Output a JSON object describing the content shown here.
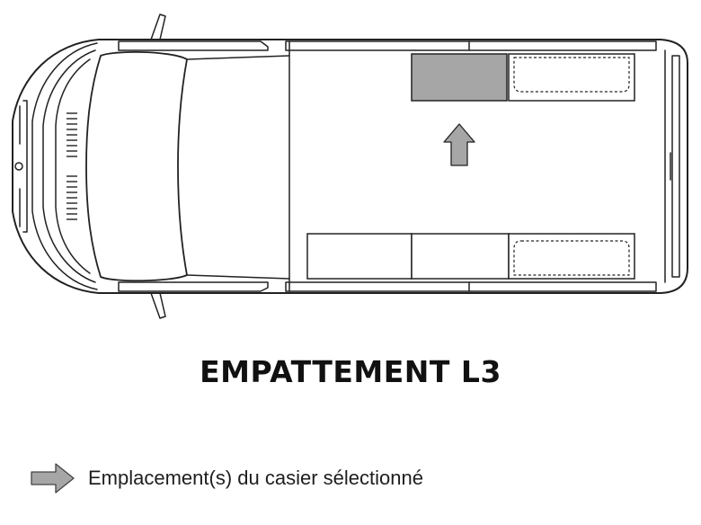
{
  "diagram": {
    "title": "EMPATTEMENT L3",
    "colors": {
      "outline": "#222222",
      "selected_fill": "#a6a6a6",
      "arrow_fill": "#a6a6a6",
      "background": "#ffffff"
    },
    "compartments": [
      {
        "id": "top-left",
        "selected": true
      },
      {
        "id": "top-right",
        "selected": false,
        "dashed_inset": true
      },
      {
        "id": "bottom-left",
        "selected": false
      },
      {
        "id": "bottom-middle",
        "selected": false
      },
      {
        "id": "bottom-right",
        "selected": false,
        "dashed_inset": true
      }
    ]
  },
  "legend": {
    "icon": "grey-arrow-right-icon",
    "label": "Emplacement(s) du casier sélectionné"
  }
}
